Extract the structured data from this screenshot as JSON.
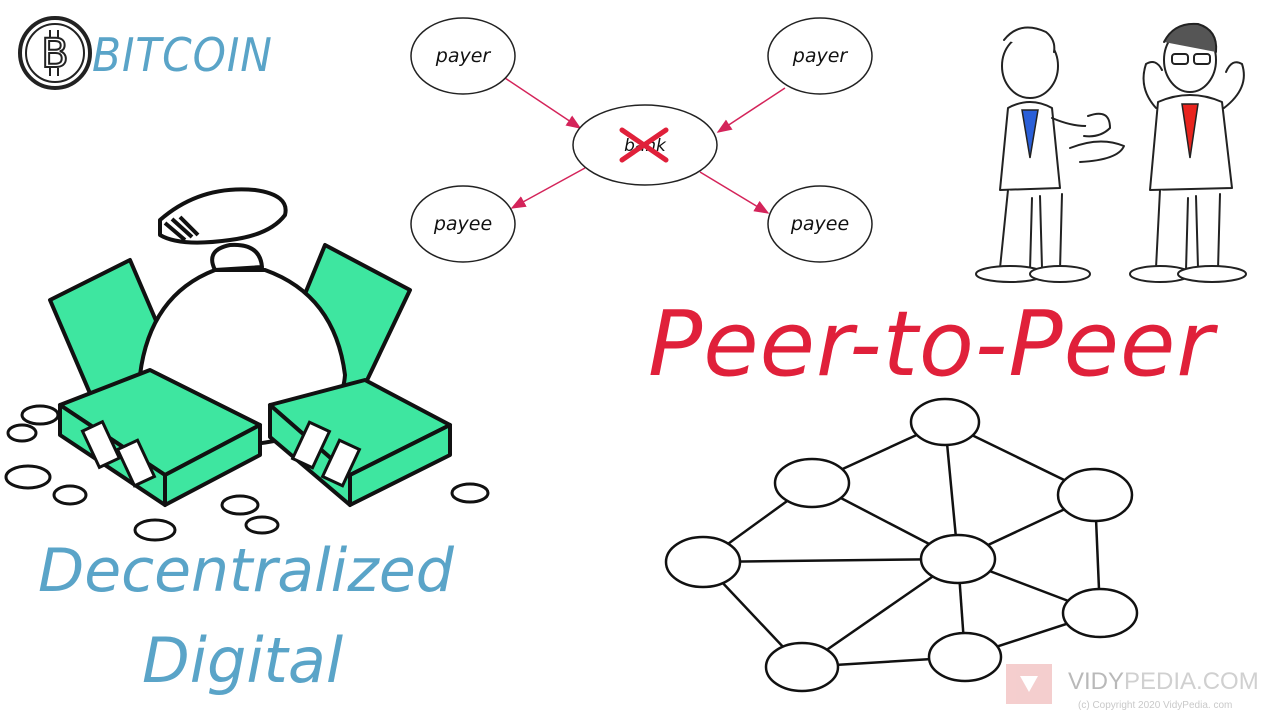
{
  "logo": {
    "text": "BITCOIN",
    "icon": "bitcoin-icon"
  },
  "flow": {
    "payer_left": "payer",
    "payer_right": "payer",
    "center": "bank",
    "payee_left": "payee",
    "payee_right": "payee"
  },
  "headline": "Peer-to-Peer",
  "words": {
    "line1": "Decentralized",
    "line2": "Digital"
  },
  "watermark": {
    "brand_a": "VIDY",
    "brand_b": "PEDIA.COM",
    "copyright": "(c) Copyright 2020 VidyPedia. com"
  },
  "colors": {
    "blue": "#5aa4c8",
    "red": "#e0203a",
    "arrow": "#d4245a",
    "cash": "#3ee6a0"
  }
}
